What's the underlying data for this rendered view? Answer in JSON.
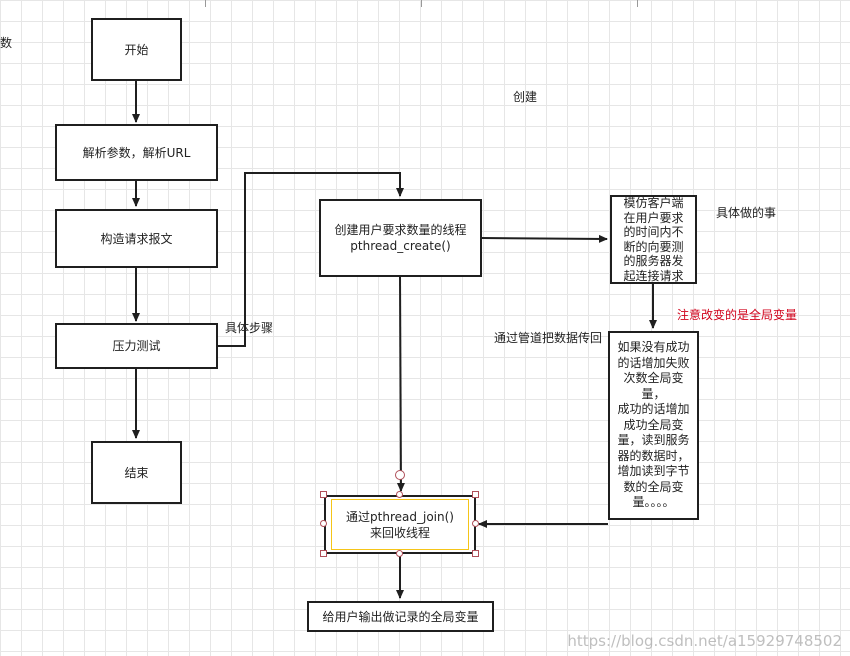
{
  "nodes": {
    "start": "开始",
    "parse": "解析参数，解析URL",
    "build": "构造请求报文",
    "stress": "压力测试",
    "end": "结束",
    "create": [
      "创建用户要求数量的线程",
      "pthread_create()"
    ],
    "simulate": [
      "模仿客户端",
      "在用户要求",
      "的时间内不",
      "断的向要测",
      "的服务器发",
      "起连接请求"
    ],
    "fail": [
      "如果没有成功",
      "的话增加失败",
      "次数全局变",
      "量，",
      "成功的话增加",
      "成功全局变",
      "量，读到服务",
      "器的数据时，",
      "增加读到字节",
      "数的全局变",
      "量。。。。"
    ],
    "join": [
      "通过pthread_join()",
      "来回收线程"
    ],
    "output": "给用户输出做记录的全局变量"
  },
  "labels": {
    "edge_partial": "数",
    "create_label": "创建",
    "steps": "具体步骤",
    "concrete": "具体做的事",
    "note": "注意改变的是全局变量",
    "pipe": "通过管道把数据传回"
  },
  "watermark": "https://blog.csdn.net/a15929748502",
  "colors": {
    "note": "#d0021b",
    "selection": "#f5c518"
  }
}
